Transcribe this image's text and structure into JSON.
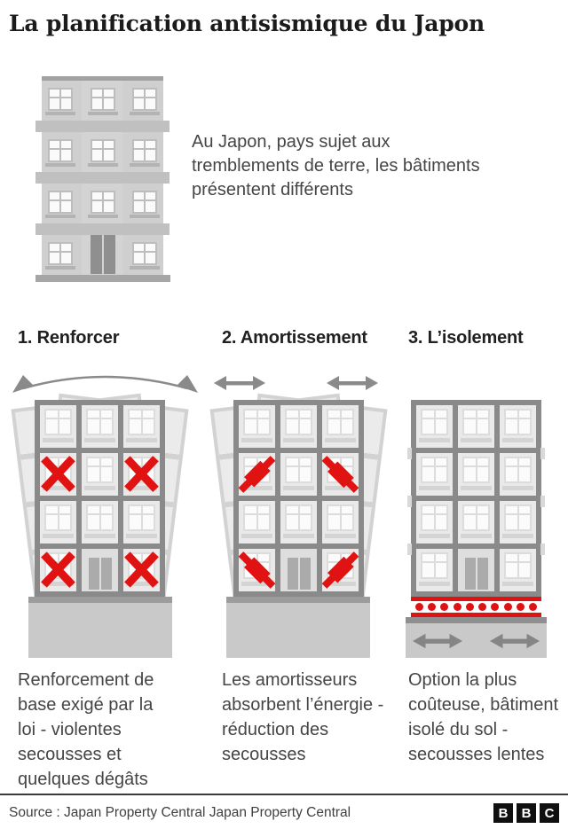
{
  "title": "La planification antisismique du Japon",
  "intro": {
    "text": "Au Japon, pays sujet aux tremblements de terre, les bâtiments présentent différents"
  },
  "sections": [
    {
      "heading": "1. Renforcer",
      "description": "Renforcement de base exigé par la loi - violentes secousses et quelques dégâts"
    },
    {
      "heading": "2. Amortissement",
      "description": "Les amortisseurs absorbent l’énergie - réduction des secousses"
    },
    {
      "heading": "3. L’isolement",
      "description": "Option la plus coûteuse, bâtiment isolé du sol - secousses lentes"
    }
  ],
  "buildings": {
    "rows": 4,
    "cols": 3,
    "door_cell": {
      "row": 3,
      "col": 1
    },
    "b1": {
      "marker": "cross",
      "cells": [
        [
          1,
          0
        ],
        [
          1,
          2
        ],
        [
          3,
          0
        ],
        [
          3,
          2
        ]
      ]
    },
    "b2": {
      "marker": "damper",
      "cells": [
        [
          1,
          0,
          -45
        ],
        [
          1,
          2,
          45
        ],
        [
          3,
          0,
          45
        ],
        [
          3,
          2,
          -45
        ]
      ]
    },
    "b3": {
      "rollers": 10
    }
  },
  "colors": {
    "red": "#e01212",
    "frame": "#8a8a8a",
    "cell": "#e9e9e9",
    "ghost_fill": "#ebebeb",
    "ghost_line": "#d2d2d2",
    "base": "#c9c9c9",
    "base_top": "#9c9c9c",
    "arrow": "#8a8a8a",
    "facade": "#cfcfcf",
    "ledge": "#c0c0c0",
    "door": "#8f8f8f",
    "text": "#454545",
    "heading": "#202020"
  },
  "footer": {
    "source": "Source : Japan Property Central Japan Property Central",
    "logo": [
      "B",
      "B",
      "C"
    ]
  }
}
